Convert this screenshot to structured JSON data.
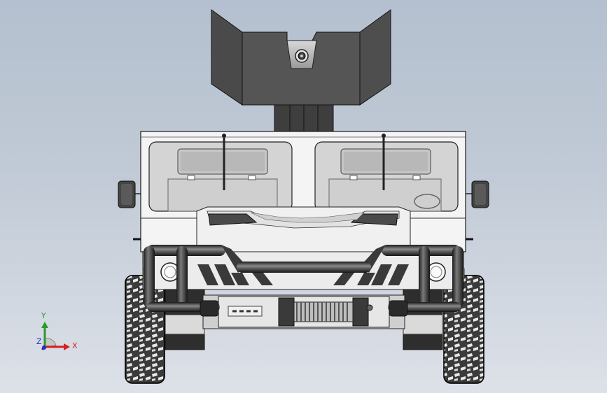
{
  "view": {
    "model_name": "",
    "background_top": "#b4c0cf",
    "background_bottom": "#dde1e8"
  },
  "triad": {
    "x_label": "X",
    "y_label": "Y",
    "z_label": "Z",
    "x_color": "#d42020",
    "y_color": "#2a9a2a",
    "z_color": "#2030c0"
  }
}
